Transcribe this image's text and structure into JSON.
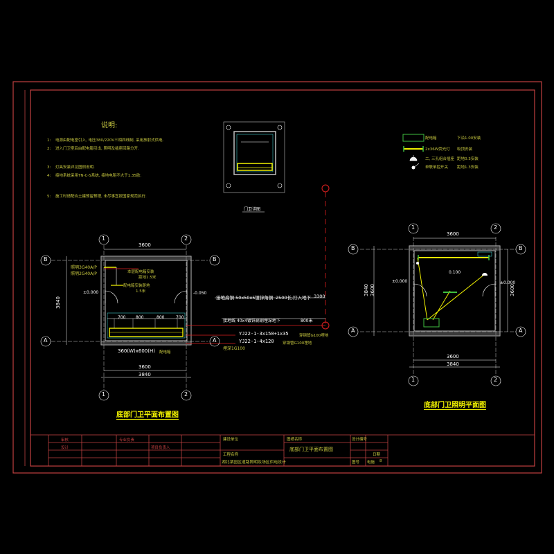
{
  "colors": {
    "frame": "#c04040",
    "wall": "#c0c0c0",
    "note": "#c8c840",
    "dimension": "#ffffff",
    "cyan": "#40c8c8",
    "yellow": "#f0f000",
    "green": "#40c040",
    "red": "#e02020",
    "magenta": "#d040d0"
  },
  "notes": {
    "title": "说明:",
    "items": [
      {
        "num": "1:",
        "text": "电源由配电室引入, 电压380/220V三相四线制, 采用放射式供电."
      },
      {
        "num": "2:",
        "text": "进入门卫室后由配电箱引出, 照明及插座回路分开."
      },
      {
        "num": "3:",
        "text": "灯具安装详见图例说明."
      },
      {
        "num": "4:",
        "text": "接地系统采用TN-C-S系统, 接地电阻不大于1.35欧."
      },
      {
        "num": "5:",
        "text": "施工时请配合土建预留预埋, 未尽事宜按国家规范执行."
      }
    ]
  },
  "detail": {
    "caption": "门卫详图"
  },
  "legend": {
    "items": [
      {
        "symbol": "rect",
        "name": "配电箱",
        "spec": "下沿1.00安装"
      },
      {
        "symbol": "fluor",
        "name": "2x36W荧光灯",
        "spec": "吸顶安装"
      },
      {
        "symbol": "socket",
        "name": "二, 三孔组合插座",
        "spec": "距地0.3安装"
      },
      {
        "symbol": "switch",
        "name": "单联单控开关",
        "spec": "距地1.3安装"
      }
    ]
  },
  "axes": {
    "col1": "1",
    "col2": "2",
    "rowA": "A",
    "rowB": "B"
  },
  "plan_left": {
    "dim_top": "3600",
    "dim_bottom_1": "3600",
    "dim_bottom_2": "3840",
    "dim_left": "3840",
    "elev_left": "±0.000",
    "elev_right": "-0.050",
    "panel_1": "照明3G40A/P",
    "panel_2": "照明2G40A/P",
    "room_note_1": "本层配电箱安装",
    "room_note_2": "距地1.5米",
    "room_note_3": "配电箱安装距地",
    "room_note_4": "1.5米",
    "seg_1": "700",
    "seg_2": "800",
    "seg_3": "800",
    "seg_4": "700",
    "box_size": "360(W)x600(H)",
    "box_label": "配电箱",
    "cable_1": "YJ22-1-3x150+1x35",
    "cable_1_suffix": "穿钢管G100埋地",
    "cable_2": "YJ22-1-4x120",
    "cable_2_suffix": "穿钢管G100埋地",
    "pipe": "埋深1G100",
    "ground_1": "接地扁钢 50x50x5镀锌角钢",
    "ground_1_len": "2500长,打入地下",
    "ground_1_depth": "3300",
    "ground_2": "接地线 40x4镀锌扁钢埋深地下",
    "ground_2_len": "800米",
    "title": "底部门卫平面布置图"
  },
  "plan_right": {
    "dim_top": "3600",
    "dim_bottom_1": "3600",
    "dim_bottom_2": "3840",
    "dim_left_1": "3840",
    "dim_left_2": "3600",
    "dim_right": "3600",
    "elev_left": "±0.000",
    "elev_right": "±0.000",
    "elev_mid": "0.100",
    "title": "底部门卫照明平面图"
  },
  "titleblock": {
    "c1": "审核",
    "c2": "设计",
    "c3": "专业负责",
    "c4": "项目负责人",
    "c5": "建设单位",
    "c6": "工程名称",
    "c7": "图纸名称",
    "c8": "设计编号",
    "c9": "图号",
    "c10": "日期",
    "project": "湖北某园区道路照明及场区供电设计",
    "drawing": "底部门卫平面布置图",
    "sheet": "电施",
    "sheet_no": "8"
  }
}
